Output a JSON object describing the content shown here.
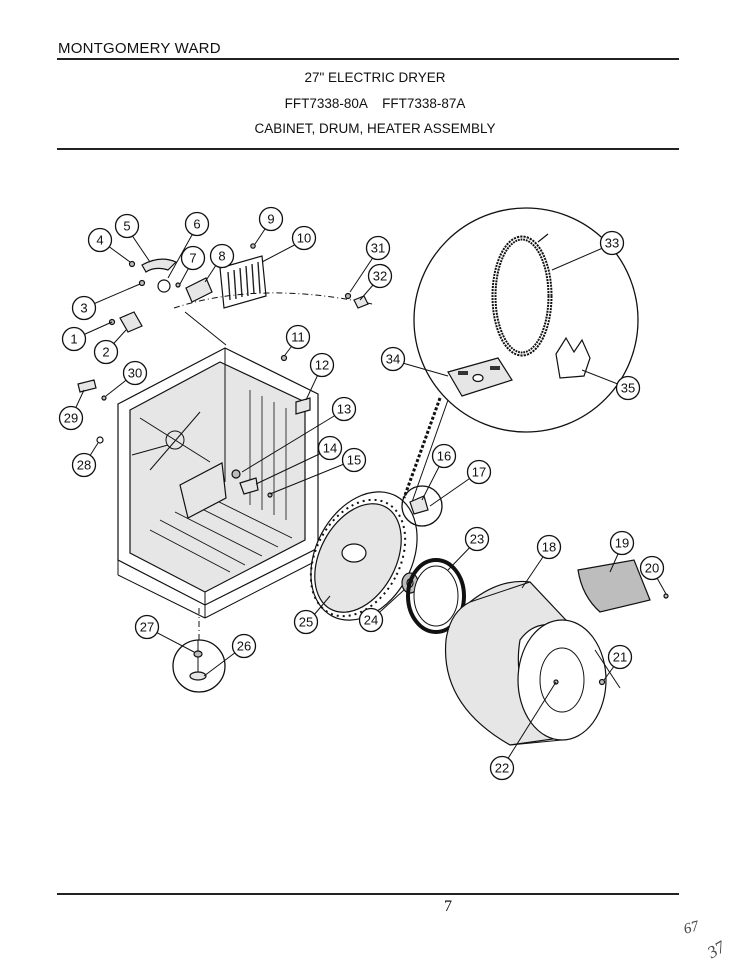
{
  "header": {
    "brand": "MONTGOMERY WARD",
    "title": "27\" ELECTRIC DRYER",
    "models": "FFT7338-80A    FFT7338-87A",
    "subtitle": "CABINET, DRUM, HEATER ASSEMBLY"
  },
  "footer": {
    "page_mark": "7",
    "handwritten_a": "67",
    "handwritten_b": "37"
  },
  "callouts": [
    "1",
    "2",
    "3",
    "4",
    "5",
    "6",
    "7",
    "8",
    "9",
    "10",
    "11",
    "12",
    "13",
    "14",
    "15",
    "16",
    "17",
    "18",
    "19",
    "20",
    "21",
    "22",
    "23",
    "24",
    "25",
    "26",
    "27",
    "28",
    "29",
    "30",
    "31",
    "32",
    "33",
    "34",
    "35"
  ]
}
